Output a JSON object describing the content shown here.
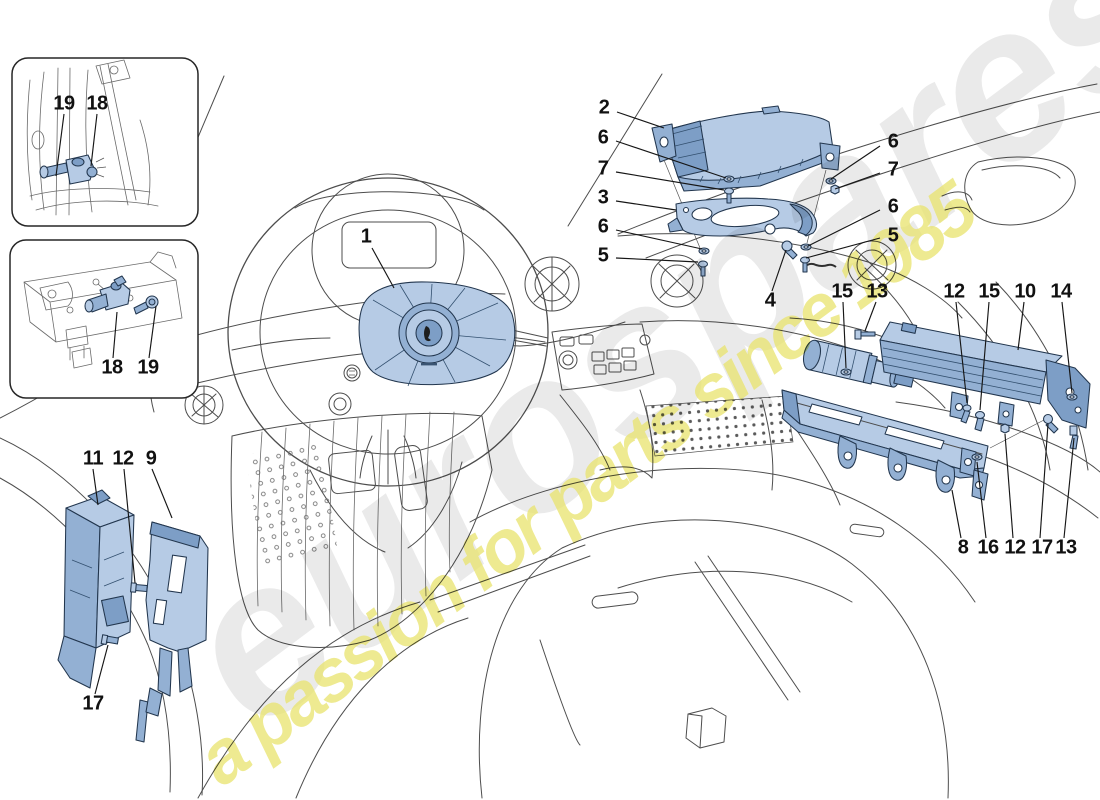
{
  "watermark": {
    "brand": "eurospares",
    "tagline": "a passion for parts since 1985"
  },
  "palette": {
    "background": "#ffffff",
    "part_light": "#b6cbe5",
    "part_mid": "#93b0d3",
    "part_dark": "#7d9ec6",
    "part_deep": "#6388b3",
    "outline": "#22364e",
    "art_line": "#4d4d4d",
    "leader": "#161616",
    "label": "#111111",
    "brand_gray": "#d5d5d5",
    "tagline_yellow": "#e9e472"
  },
  "callouts": [
    {
      "label": "19"
    },
    {
      "label": "18"
    },
    {
      "label": "18"
    },
    {
      "label": "19"
    },
    {
      "label": "1"
    },
    {
      "label": "2"
    },
    {
      "label": "6"
    },
    {
      "label": "7"
    },
    {
      "label": "3"
    },
    {
      "label": "6"
    },
    {
      "label": "5"
    },
    {
      "label": "6"
    },
    {
      "label": "7"
    },
    {
      "label": "6"
    },
    {
      "label": "5"
    },
    {
      "label": "4"
    },
    {
      "label": "15"
    },
    {
      "label": "13"
    },
    {
      "label": "12"
    },
    {
      "label": "15"
    },
    {
      "label": "10"
    },
    {
      "label": "14"
    },
    {
      "label": "8"
    },
    {
      "label": "16"
    },
    {
      "label": "12"
    },
    {
      "label": "17"
    },
    {
      "label": "13"
    },
    {
      "label": "11"
    },
    {
      "label": "12"
    },
    {
      "label": "9"
    },
    {
      "label": "17"
    }
  ]
}
